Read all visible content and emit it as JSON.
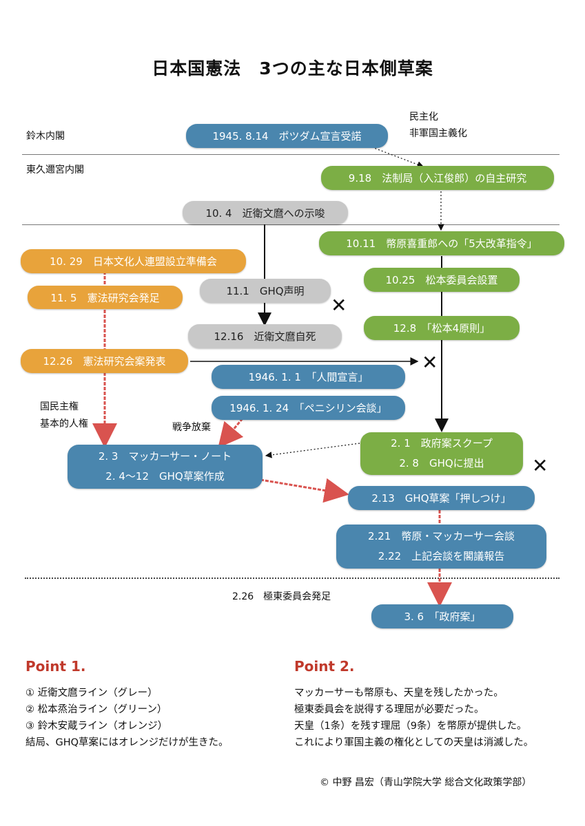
{
  "title": "日本国憲法　3つの主な日本側草案",
  "colors": {
    "blue": "#4a86ae",
    "green": "#7cae45",
    "orange": "#e8a33b",
    "gray": "#c8c8c8",
    "red_arrow": "#d9534f"
  },
  "side_labels": {
    "suzuki": "鈴木内閣",
    "higashikuni": "東久邇宮内閣",
    "democratize": "民主化",
    "demilitarize": "非軍国主義化",
    "popular_sovereignty": "国民主権",
    "human_rights": "基本的人権",
    "war_renounce": "戦争放棄",
    "far_east": "2.26　極東委員会発足"
  },
  "nodes": {
    "potsdam": "1945. 8.14　ポツダム宣言受諾",
    "hoseikyoku": "9.18　法制局（入江俊郎）の自主研究",
    "konoe_hint": "10. 4　近衛文麿への示唆",
    "shidehara5": "10.11　幣原喜重郎への「5大改革指令」",
    "bunkajin": "10. 29　日本文化人連盟設立準備会",
    "kenpo_ken": "11. 5　憲法研究会発足",
    "ghq_statement": "11.1　GHQ声明",
    "matsumoto_comm": "10.25　松本委員会設置",
    "konoe_death": "12.16　近衛文麿自死",
    "matsumoto4": "12.8　「松本4原則」",
    "kenpo_draft": "12.26　憲法研究会案発表",
    "ningen": "1946. 1. 1　「人間宣言」",
    "penicillin": "1946. 1. 24　「ペニシリン会談」",
    "mac_note_1": "2. 3　マッカーサー・ノート",
    "mac_note_2": "2. 4〜12　GHQ草案作成",
    "gov_scoop_1": "2. 1　政府案スクープ",
    "gov_scoop_2": "2. 8　GHQに提出",
    "oshitsuke": "2.13　GHQ草案「押しつけ」",
    "meeting_1": "2.21　幣原・マッカーサー会談",
    "meeting_2": "2.22　上記会談を閣議報告",
    "gov_draft": "3. 6　「政府案」"
  },
  "marks": {
    "x": "✕"
  },
  "point1": {
    "heading": "Point 1.",
    "lines": [
      "①  近衛文麿ライン（グレー）",
      "②  松本烝治ライン（グリーン）",
      "③  鈴木安蔵ライン（オレンジ）",
      "結局、GHQ草案にはオレンジだけが生きた。"
    ]
  },
  "point2": {
    "heading": "Point 2.",
    "lines": [
      "マッカーサーも幣原も、天皇を残したかった。",
      "極東委員会を説得する理屈が必要だった。",
      "天皇（1条）を残す理屈（9条）を幣原が提供した。",
      "これにより軍国主義の権化としての天皇は消滅した。"
    ]
  },
  "credit": "© 中野 昌宏（青山学院大学 総合文化政策学部）"
}
